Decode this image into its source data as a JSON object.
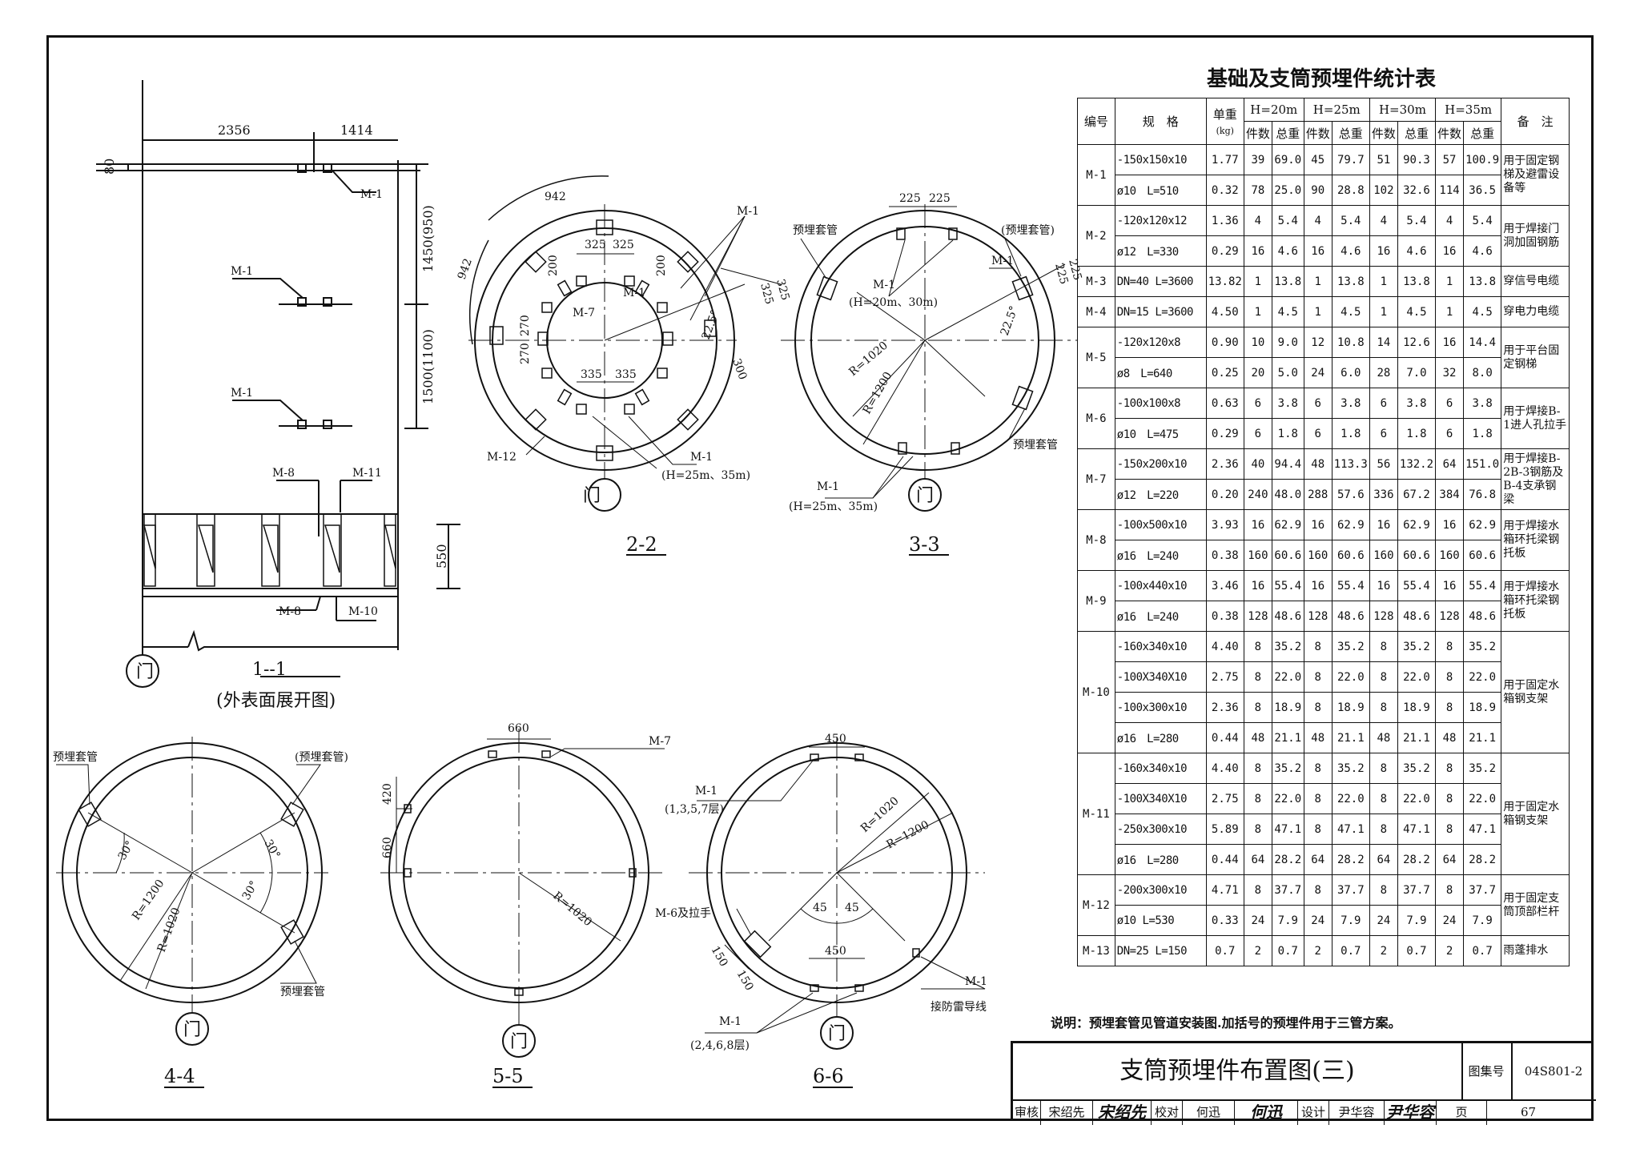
{
  "table": {
    "title": "基础及支筒预埋件统计表",
    "headers": {
      "code": "编号",
      "spec": "规　格",
      "unit_weight": "单重",
      "unit_weight_unit": "(kg)",
      "h20": "H=20m",
      "h25": "H=25m",
      "h30": "H=30m",
      "h35": "H=35m",
      "count": "件数",
      "total": "总重",
      "remark": "备　注"
    },
    "groups": [
      {
        "code": "M-1",
        "remark": "用于固定钢梯及避雷设备等",
        "rows": [
          {
            "spec": "-150x150x10",
            "w": "1.77",
            "v": [
              "39",
              "69.0",
              "45",
              "79.7",
              "51",
              "90.3",
              "57",
              "100.9"
            ]
          },
          {
            "spec": "ø10　L=510",
            "w": "0.32",
            "v": [
              "78",
              "25.0",
              "90",
              "28.8",
              "102",
              "32.6",
              "114",
              "36.5"
            ]
          }
        ]
      },
      {
        "code": "M-2",
        "remark": "用于焊接门洞加固钢筋",
        "rows": [
          {
            "spec": "-120x120x12",
            "w": "1.36",
            "v": [
              "4",
              "5.4",
              "4",
              "5.4",
              "4",
              "5.4",
              "4",
              "5.4"
            ]
          },
          {
            "spec": "ø12　L=330",
            "w": "0.29",
            "v": [
              "16",
              "4.6",
              "16",
              "4.6",
              "16",
              "4.6",
              "16",
              "4.6"
            ]
          }
        ]
      },
      {
        "code": "M-3",
        "remark": "穿信号电缆",
        "rows": [
          {
            "spec": "DN=40 L=3600",
            "w": "13.82",
            "v": [
              "1",
              "13.8",
              "1",
              "13.8",
              "1",
              "13.8",
              "1",
              "13.8"
            ]
          }
        ]
      },
      {
        "code": "M-4",
        "remark": "穿电力电缆",
        "rows": [
          {
            "spec": "DN=15 L=3600",
            "w": "4.50",
            "v": [
              "1",
              "4.5",
              "1",
              "4.5",
              "1",
              "4.5",
              "1",
              "4.5"
            ]
          }
        ]
      },
      {
        "code": "M-5",
        "remark": "用于平台固定钢梯",
        "rows": [
          {
            "spec": "-120x120x8",
            "w": "0.90",
            "v": [
              "10",
              "9.0",
              "12",
              "10.8",
              "14",
              "12.6",
              "16",
              "14.4"
            ]
          },
          {
            "spec": "ø8　L=640",
            "w": "0.25",
            "v": [
              "20",
              "5.0",
              "24",
              "6.0",
              "28",
              "7.0",
              "32",
              "8.0"
            ]
          }
        ]
      },
      {
        "code": "M-6",
        "remark": "用于焊接B-1进人孔拉手",
        "rows": [
          {
            "spec": "-100x100x8",
            "w": "0.63",
            "v": [
              "6",
              "3.8",
              "6",
              "3.8",
              "6",
              "3.8",
              "6",
              "3.8"
            ]
          },
          {
            "spec": "ø10　L=475",
            "w": "0.29",
            "v": [
              "6",
              "1.8",
              "6",
              "1.8",
              "6",
              "1.8",
              "6",
              "1.8"
            ]
          }
        ]
      },
      {
        "code": "M-7",
        "remark": "用于焊接B-2B-3钢筋及B-4支承钢梁",
        "rows": [
          {
            "spec": "-150x200x10",
            "w": "2.36",
            "v": [
              "40",
              "94.4",
              "48",
              "113.3",
              "56",
              "132.2",
              "64",
              "151.0"
            ]
          },
          {
            "spec": "ø12　L=220",
            "w": "0.20",
            "v": [
              "240",
              "48.0",
              "288",
              "57.6",
              "336",
              "67.2",
              "384",
              "76.8"
            ]
          }
        ]
      },
      {
        "code": "M-8",
        "remark": "用于焊接水箱环托梁钢托板",
        "rows": [
          {
            "spec": "-100x500x10",
            "w": "3.93",
            "v": [
              "16",
              "62.9",
              "16",
              "62.9",
              "16",
              "62.9",
              "16",
              "62.9"
            ]
          },
          {
            "spec": "ø16　L=240",
            "w": "0.38",
            "v": [
              "160",
              "60.6",
              "160",
              "60.6",
              "160",
              "60.6",
              "160",
              "60.6"
            ]
          }
        ]
      },
      {
        "code": "M-9",
        "remark": "用于焊接水箱环托梁钢托板",
        "rows": [
          {
            "spec": "-100x440x10",
            "w": "3.46",
            "v": [
              "16",
              "55.4",
              "16",
              "55.4",
              "16",
              "55.4",
              "16",
              "55.4"
            ]
          },
          {
            "spec": "ø16　L=240",
            "w": "0.38",
            "v": [
              "128",
              "48.6",
              "128",
              "48.6",
              "128",
              "48.6",
              "128",
              "48.6"
            ]
          }
        ]
      },
      {
        "code": "M-10",
        "remark": "用于固定水箱钢支架",
        "rows": [
          {
            "spec": "-160x340x10",
            "w": "4.40",
            "v": [
              "8",
              "35.2",
              "8",
              "35.2",
              "8",
              "35.2",
              "8",
              "35.2"
            ]
          },
          {
            "spec": "-100X340X10",
            "w": "2.75",
            "v": [
              "8",
              "22.0",
              "8",
              "22.0",
              "8",
              "22.0",
              "8",
              "22.0"
            ]
          },
          {
            "spec": "-100x300x10",
            "w": "2.36",
            "v": [
              "8",
              "18.9",
              "8",
              "18.9",
              "8",
              "18.9",
              "8",
              "18.9"
            ]
          },
          {
            "spec": "ø16　L=280",
            "w": "0.44",
            "v": [
              "48",
              "21.1",
              "48",
              "21.1",
              "48",
              "21.1",
              "48",
              "21.1"
            ]
          }
        ]
      },
      {
        "code": "M-11",
        "remark": "用于固定水箱钢支架",
        "rows": [
          {
            "spec": "-160x340x10",
            "w": "4.40",
            "v": [
              "8",
              "35.2",
              "8",
              "35.2",
              "8",
              "35.2",
              "8",
              "35.2"
            ]
          },
          {
            "spec": "-100X340X10",
            "w": "2.75",
            "v": [
              "8",
              "22.0",
              "8",
              "22.0",
              "8",
              "22.0",
              "8",
              "22.0"
            ]
          },
          {
            "spec": "-250x300x10",
            "w": "5.89",
            "v": [
              "8",
              "47.1",
              "8",
              "47.1",
              "8",
              "47.1",
              "8",
              "47.1"
            ]
          },
          {
            "spec": "ø16　L=280",
            "w": "0.44",
            "v": [
              "64",
              "28.2",
              "64",
              "28.2",
              "64",
              "28.2",
              "64",
              "28.2"
            ]
          }
        ]
      },
      {
        "code": "M-12",
        "remark": "用于固定支筒顶部栏杆",
        "rows": [
          {
            "spec": "-200x300x10",
            "w": "4.71",
            "v": [
              "8",
              "37.7",
              "8",
              "37.7",
              "8",
              "37.7",
              "8",
              "37.7"
            ]
          },
          {
            "spec": "ø10 L=530",
            "w": "0.33",
            "v": [
              "24",
              "7.9",
              "24",
              "7.9",
              "24",
              "7.9",
              "24",
              "7.9"
            ]
          }
        ]
      },
      {
        "code": "M-13",
        "remark": "雨蓬排水",
        "rows": [
          {
            "spec": "DN=25 L=150",
            "w": "0.7",
            "v": [
              "2",
              "0.7",
              "2",
              "0.7",
              "2",
              "0.7",
              "2",
              "0.7"
            ]
          }
        ]
      }
    ]
  },
  "note": "说明：预埋套管见管道安装图.加括号的预埋件用于三管方案。",
  "title_block": {
    "title": "支筒预埋件布置图(三)",
    "atlas_label": "图集号",
    "atlas_no": "04S801-2",
    "review_label": "审核",
    "reviewer": "宋绍先",
    "reviewer_sig": "宋绍先",
    "check_label": "校对",
    "checker": "何迅",
    "checker_sig": "何迅",
    "design_label": "设计",
    "designer": "尹华容",
    "designer_sig": "尹华容",
    "page_label": "页",
    "page": "67"
  },
  "views": {
    "v11": {
      "section": "1--1",
      "subtitle": "(外表面展开图)",
      "dims": [
        "2356",
        "1414",
        "80",
        "1450(950)",
        "1500(1100)",
        "550"
      ],
      "labels": [
        "M-1",
        "M-1",
        "M-1",
        "M-8",
        "M-11",
        "M-8",
        "M-10"
      ],
      "door": "门"
    },
    "v22": {
      "section": "2-2",
      "dims": [
        "942",
        "942",
        "325",
        "325",
        "200",
        "200",
        "270",
        "270",
        "335",
        "335",
        "325",
        "325",
        "22.5°",
        "300"
      ],
      "labels": [
        "M-1",
        "M-7",
        "M-1",
        "M-12",
        "M-1",
        "(H=25m、35m)"
      ],
      "door": "门"
    },
    "v33": {
      "section": "3-3",
      "dims": [
        "225",
        "225",
        "225",
        "225",
        "22.5°",
        "R=1020",
        "R=1200"
      ],
      "labels": [
        "预埋套管",
        "M-1",
        "(H=20m、30m)",
        "(预埋套管)",
        "M-1",
        "预埋套管",
        "M-1",
        "(H=25m、35m)"
      ],
      "door": "门"
    },
    "v44": {
      "section": "4-4",
      "dims": [
        "30°",
        "30°",
        "30°",
        "R=1200",
        "R=1020"
      ],
      "labels": [
        "预埋套管",
        "(预埋套管)",
        "预埋套管"
      ],
      "door": "门"
    },
    "v55": {
      "section": "5-5",
      "dims": [
        "660",
        "420",
        "660",
        "R=1020"
      ],
      "labels": [
        "M-7"
      ],
      "door": "门"
    },
    "v66": {
      "section": "6-6",
      "dims": [
        "450",
        "R=1020",
        "R=1200",
        "45",
        "45",
        "450",
        "150",
        "150"
      ],
      "labels": [
        "M-1",
        "(1,3,5,7层)",
        "M-6及拉手",
        "M-1",
        "(2,4,6,8层)",
        "M-1",
        "接防雷导线"
      ],
      "door": "门"
    }
  }
}
